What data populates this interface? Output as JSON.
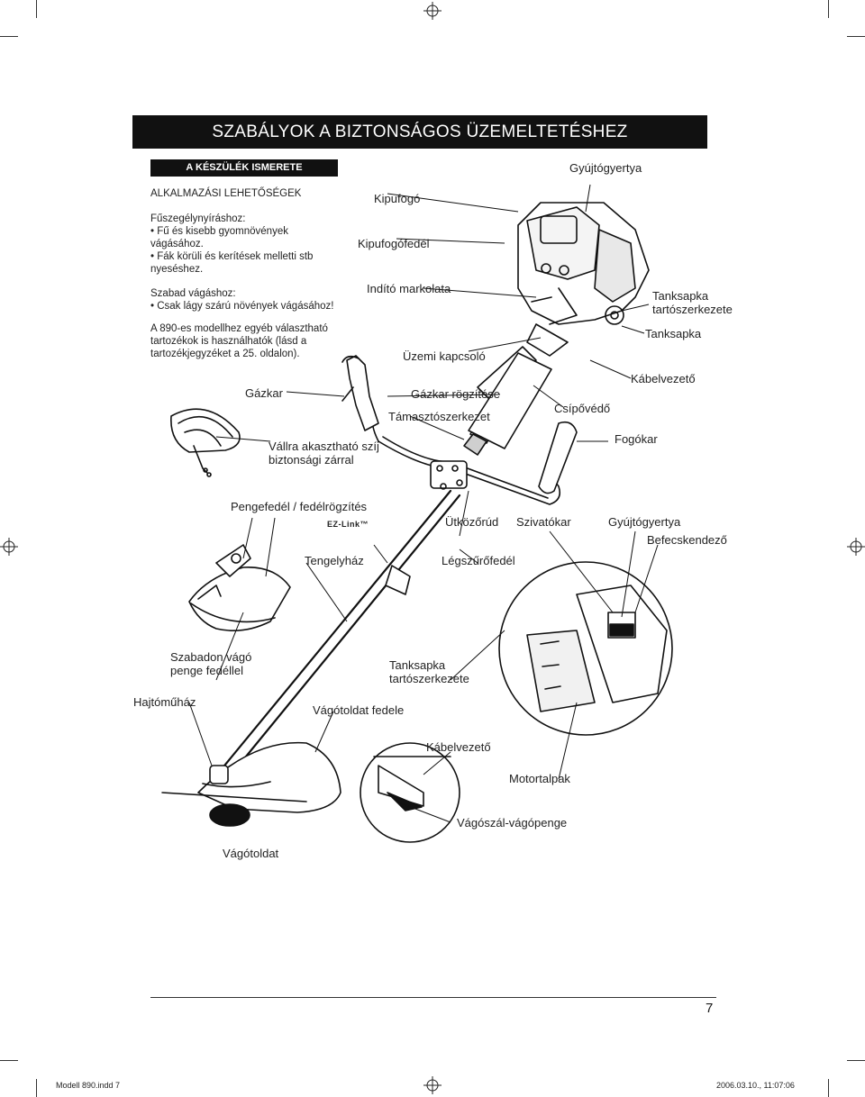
{
  "header": {
    "title": "SZABÁLYOK A BIZTONSÁGOS ÜZEMELTETÉSHEZ",
    "section": "A KÉSZÜLÉK ISMERETE"
  },
  "intro": {
    "heading": "ALKALMAZÁSI LEHETŐSÉGEK",
    "trimming_title": "Fűszegélynyíráshoz:",
    "trimming_item1": "• Fű és kisebb gyomnövények vágásához.",
    "trimming_item2": "• Fák körüli és kerítések melletti stb nyeséshez.",
    "clearing_title": "Szabad vágáshoz:",
    "clearing_item1": "• Csak lágy szárú növények vágásához!",
    "accessories": "A 890-es modellhez egyéb választható tartozékok is használhatók (lásd a tartozékjegyzéket a 25. oldalon)."
  },
  "labels": {
    "kipufogo": "Kipufogó",
    "kipufogofedel": "Kipufogófedél",
    "indito": "Indító markolata",
    "gyujtogyertya_top": "Gyújtógyertya",
    "tanksapka_tarto_top": "Tanksapka tartószerkezete",
    "tanksapka": "Tanksapka",
    "uzemi_kapcsolo": "Üzemi kapcsoló",
    "kabelvezeto_top": "Kábelvezető",
    "gazkar": "Gázkar",
    "gazkar_rogzitese": "Gázkar rögzítése",
    "csipovedo": "Csípővédő",
    "tamasztoszerkezet": "Támasztószerkezet",
    "fogokar": "Fogókar",
    "valra_szij": "Vállra akasztható szíj biztonsági zárral",
    "pengefedel": "Pengefedél / fedélrögzítés",
    "ezlink": "EZ-Link™",
    "utkozorud": "Ütközőrúd",
    "szivatokar": "Szivatókar",
    "gyujtogyertya_mid": "Gyújtógyertya",
    "befecskendezo": "Befecskendező",
    "tengelyhaz": "Tengelyház",
    "legszurofedel": "Légszűrőfedél",
    "szabadon_vago": "Szabadon vágó penge fedéllel",
    "tanksapka_tarto_mid": "Tanksapka tartószerkezete",
    "hajtomuhaz": "Hajtóműház",
    "vagotoldat_fedele": "Vágótoldat fedele",
    "kabelvezeto_bottom": "Kábelvezető",
    "motortalpak": "Motortalpak",
    "vagoszal": "Vágószál-vágópenge",
    "vagotoldat": "Vágótoldat"
  },
  "page_number": "7",
  "footer": {
    "file": "Modell 890.indd   7",
    "timestamp": "2006.03.10., 11:07:06"
  }
}
